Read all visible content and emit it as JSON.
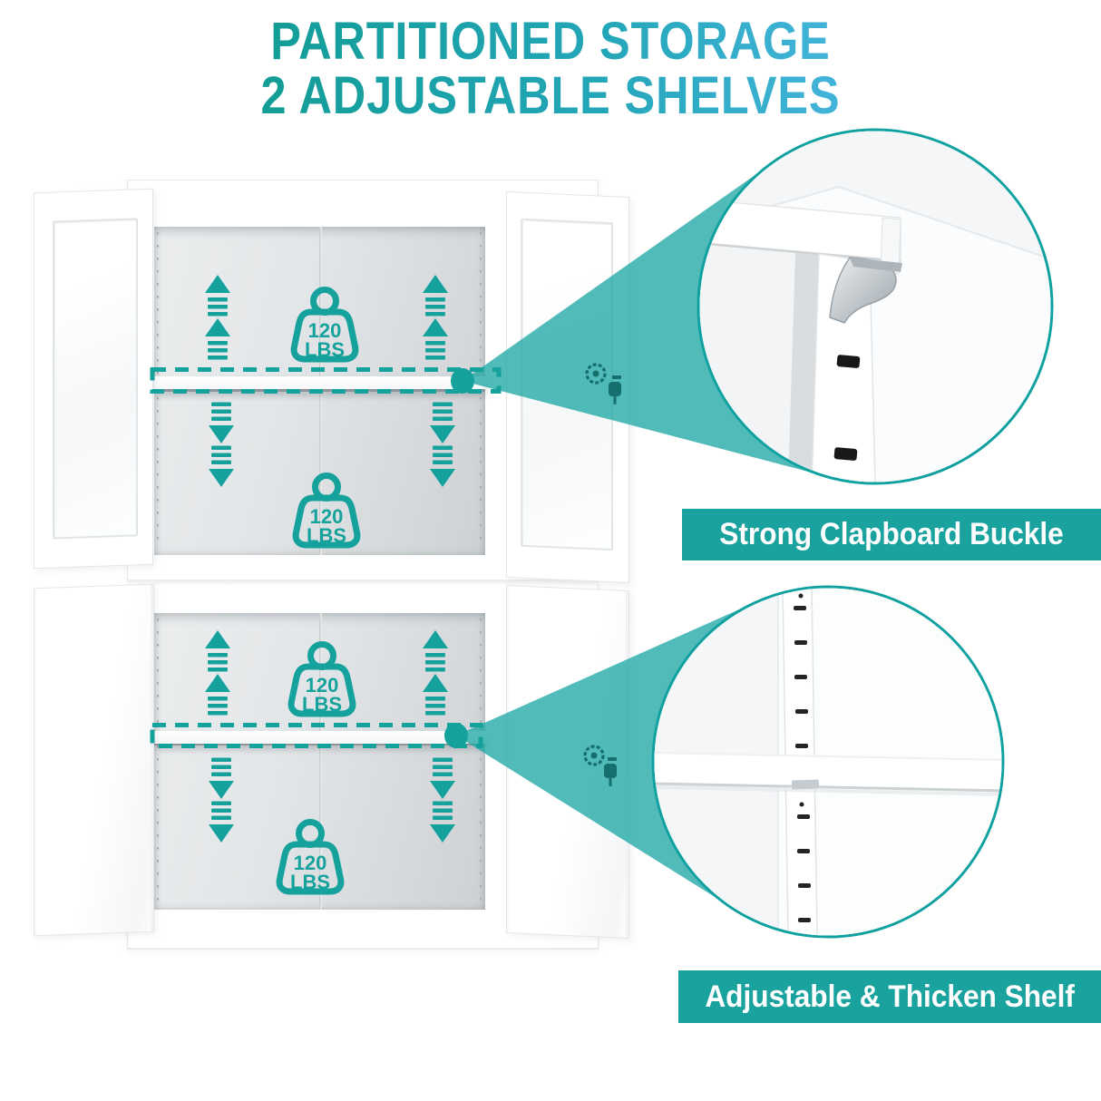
{
  "title": {
    "line1": "PARTITIONED STORAGE",
    "line2": "2 ADJUSTABLE SHELVES"
  },
  "weight_badge": {
    "value": "120",
    "unit": "LBS"
  },
  "callouts": {
    "top": {
      "label": "Strong Clapboard Buckle"
    },
    "bottom": {
      "label": "Adjustable & Thicken Shelf"
    }
  },
  "colors": {
    "accent_teal": "#15A29C",
    "banner_teal": "#1AA39E",
    "beam_teal": "#24AAA6",
    "title_gradient_start": "#0E9A8C",
    "title_gradient_mid": "#23A6B8",
    "title_gradient_end": "#52BAEA",
    "circle_border": "#0FA0A0",
    "lock_icon": "#156F6D"
  }
}
